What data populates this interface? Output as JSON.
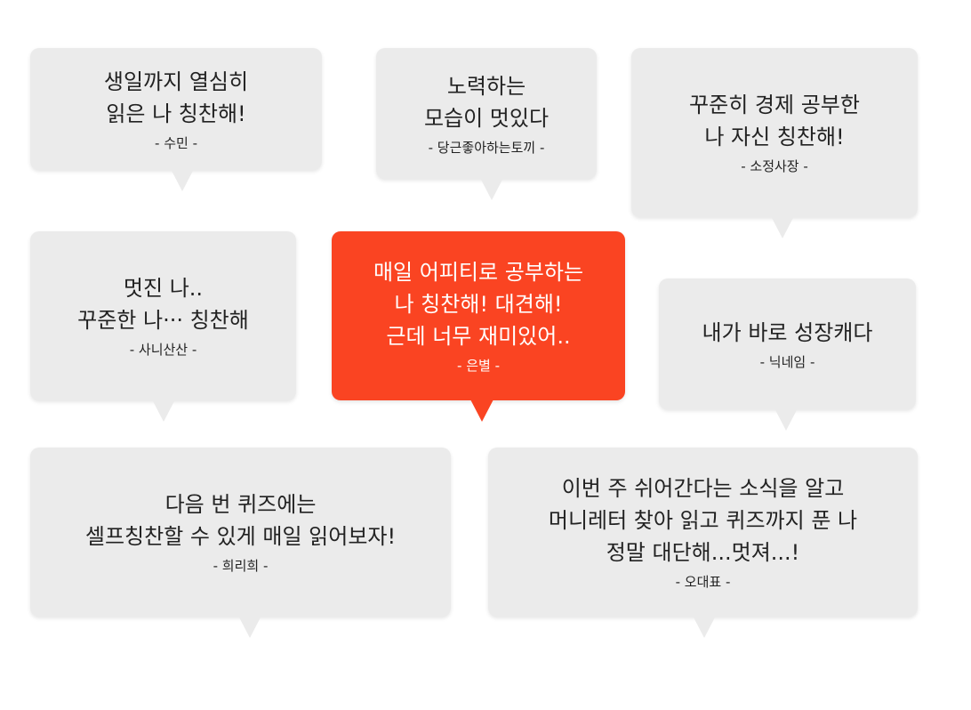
{
  "colors": {
    "bubble_gray": "#ebebeb",
    "highlight_red": "#fa4422",
    "text_dark": "#222222",
    "text_light": "#ffffff"
  },
  "bubbles": [
    {
      "lines": [
        "생일까지 열심히",
        "읽은 나 칭찬해!"
      ],
      "author": "- 수민 -"
    },
    {
      "lines": [
        "노력하는",
        "모습이 멋있다"
      ],
      "author": "- 당근좋아하는토끼 -"
    },
    {
      "lines": [
        "꾸준히 경제 공부한",
        "나 자신 칭찬해!"
      ],
      "author": "- 소정사장 -"
    },
    {
      "lines": [
        "멋진 나..",
        "꾸준한 나··· 칭찬해"
      ],
      "author": "- 사니산산 -"
    },
    {
      "lines": [
        "매일 어피티로 공부하는",
        "나 칭찬해! 대견해!",
        "근데 너무 재미있어.."
      ],
      "author": "- 은별 -"
    },
    {
      "lines": [
        "내가 바로 성장캐다"
      ],
      "author": "- 닉네임 -"
    },
    {
      "lines": [
        "다음 번 퀴즈에는",
        "셀프칭찬할 수 있게 매일 읽어보자!"
      ],
      "author": "- 희리희 -"
    },
    {
      "lines": [
        "이번 주 쉬어간다는 소식을 알고",
        "머니레터 찾아 읽고 퀴즈까지 푼 나",
        "정말 대단해...멋져...!"
      ],
      "author": "- 오대표 -"
    }
  ]
}
